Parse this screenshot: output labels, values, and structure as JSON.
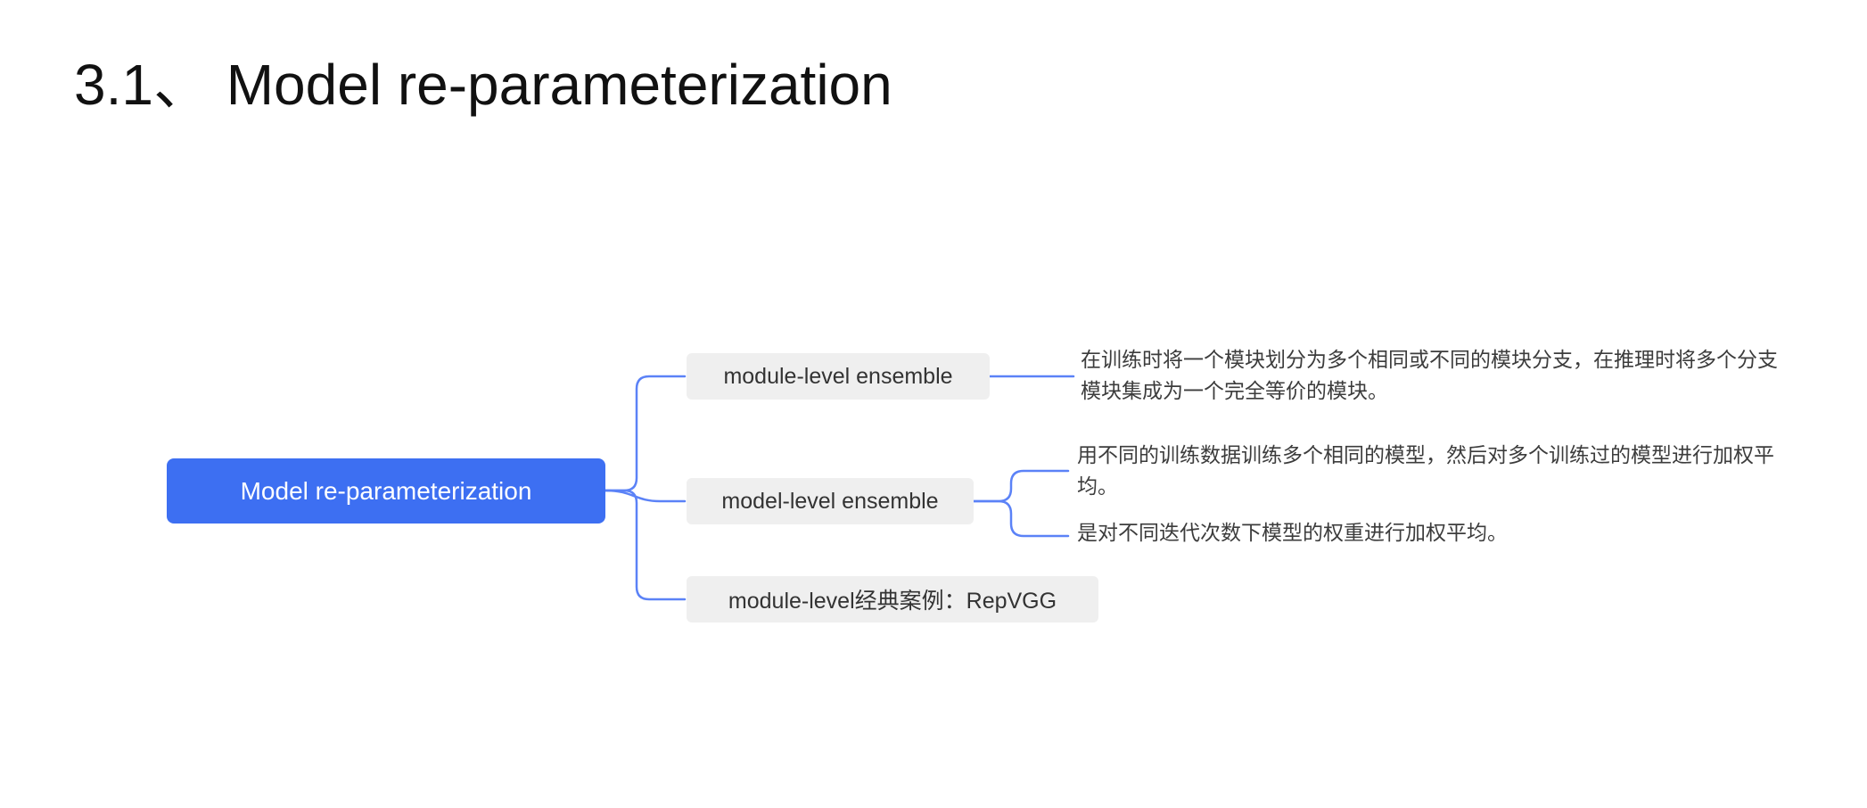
{
  "title": "3.1、 Model re-parameterization",
  "colors": {
    "root_bg": "#3d6ff2",
    "root_text": "#ffffff",
    "child_bg": "#efefef",
    "child_text": "#333333",
    "connector_line": "#5b82f7",
    "leaf_text": "#3c3c3c",
    "title_text": "#111111"
  },
  "mindmap": {
    "root": {
      "label": "Model re-parameterization"
    },
    "children": [
      {
        "label": "module-level ensemble",
        "leaves": [
          "在训练时将一个模块划分为多个相同或不同的模块分支，在推理时将多个分支模块集成为一个完全等价的模块。"
        ]
      },
      {
        "label": "model-level ensemble",
        "leaves": [
          "用不同的训练数据训练多个相同的模型，然后对多个训练过的模型进行加权平均。",
          "是对不同迭代次数下模型的权重进行加权平均。"
        ]
      },
      {
        "label": "module-level经典案例：RepVGG",
        "leaves": []
      }
    ]
  }
}
